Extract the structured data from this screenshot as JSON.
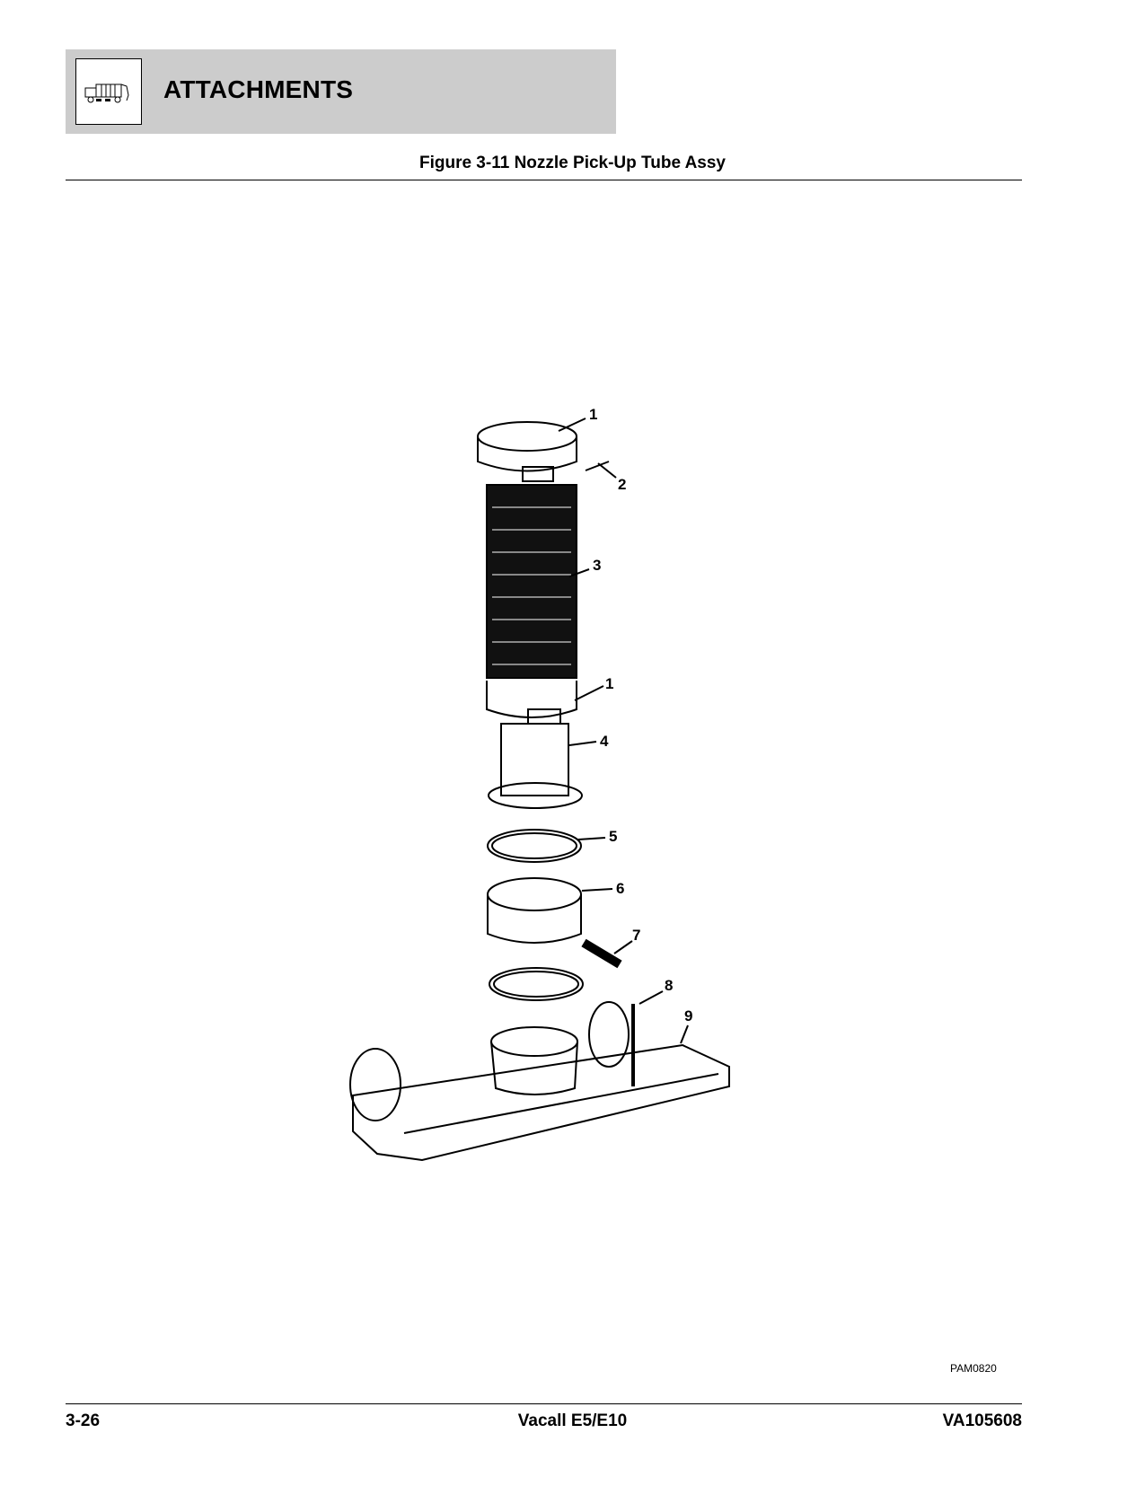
{
  "header": {
    "section_title": "ATTACHMENTS",
    "icon": "vacuum-truck-icon",
    "band_color": "#cccccc"
  },
  "figure": {
    "title": "Figure 3-11 Nozzle Pick-Up Tube Assy",
    "callouts": [
      "1",
      "2",
      "3",
      "1",
      "4",
      "5",
      "6",
      "7",
      "8",
      "9"
    ],
    "drawing_id": "PAM0820"
  },
  "footer": {
    "page_number": "3-26",
    "product": "Vacall E5/E10",
    "doc_number": "VA105608"
  }
}
